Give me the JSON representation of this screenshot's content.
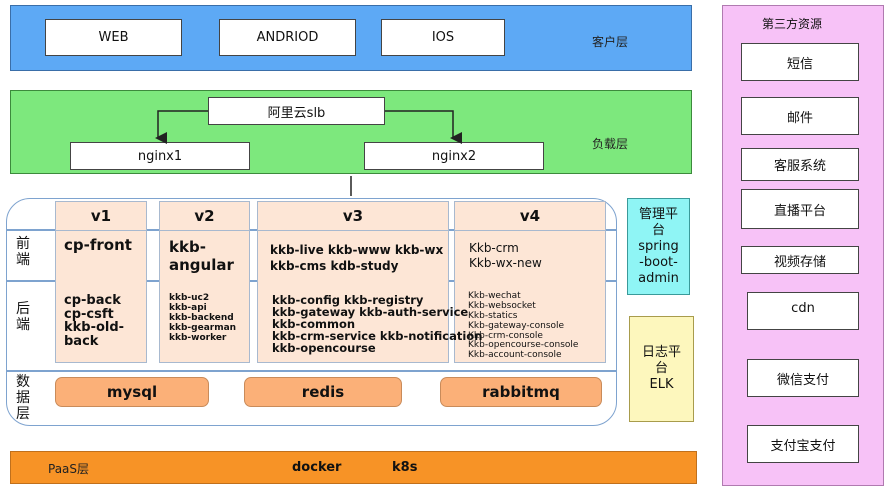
{
  "client_layer": {
    "label": "客户层",
    "items": [
      "WEB",
      "ANDRIOD",
      "IOS"
    ]
  },
  "load_layer": {
    "label": "负载层",
    "slb": "阿里云slb",
    "nginx": [
      "nginx1",
      "nginx2"
    ]
  },
  "row_labels": {
    "frontend": [
      "前",
      "端"
    ],
    "backend": [
      "后",
      "端"
    ],
    "data": [
      "数",
      "据",
      "层"
    ]
  },
  "versions": [
    {
      "name": "v1",
      "frontend": [
        "cp-front"
      ],
      "backend": [
        "cp-back",
        "cp-csft",
        "kkb-old-",
        "back"
      ]
    },
    {
      "name": "v2",
      "frontend": [
        "kkb-",
        "angular"
      ],
      "backend": [
        "kkb-uc2",
        "kkb-api",
        "kkb-backend",
        "kkb-gearman",
        "kkb-worker"
      ]
    },
    {
      "name": "v3",
      "frontend": [
        "kkb-live kkb-www kkb-wx",
        "kkb-cms kdb-study"
      ],
      "backend": [
        "kkb-config kkb-registry",
        "kkb-gateway kkb-auth-service",
        "kkb-common",
        "kkb-crm-service kkb-notification",
        "kkb-opencourse"
      ]
    },
    {
      "name": "v4",
      "frontend": [
        "Kkb-crm",
        "Kkb-wx-new"
      ],
      "backend": [
        "Kkb-wechat",
        "Kkb-websocket",
        "Kkb-statics",
        "Kkb-gateway-console",
        "Kkb-crm-console",
        "Kkb-opencourse-console",
        "Kkb-account-console"
      ]
    }
  ],
  "data_stores": [
    "mysql",
    "redis",
    "rabbitmq"
  ],
  "management": {
    "lines": [
      "管理平",
      "台",
      "spring",
      "-boot-",
      "admin"
    ]
  },
  "logging": {
    "lines": [
      "日志平",
      "台",
      "ELK"
    ]
  },
  "paas": {
    "label": "PaaS层",
    "items": [
      "docker",
      "k8s"
    ]
  },
  "third_party": {
    "title": "第三方资源",
    "items": [
      "短信",
      "邮件",
      "客服系统",
      "直播平台",
      "视频存储",
      "cdn",
      "微信支付",
      "支付宝支付"
    ]
  },
  "colors": {
    "client": "#5da9f5",
    "load": "#7de87d",
    "version": "#fde6d6",
    "datastore": "#fbb078",
    "management": "#8ff5f5",
    "logging": "#fdf7bd",
    "paas": "#f79326",
    "third_party": "#f7c2f7"
  }
}
